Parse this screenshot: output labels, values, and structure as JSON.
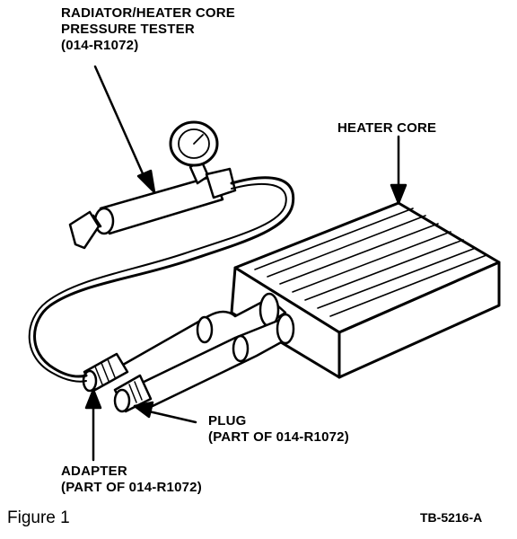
{
  "labels": {
    "tester": {
      "line1": "RADIATOR/HEATER CORE",
      "line2": "PRESSURE TESTER",
      "line3": "(014-R1072)"
    },
    "heater_core": "HEATER CORE",
    "plug": {
      "line1": "PLUG",
      "line2": "(PART OF 014-R1072)"
    },
    "adapter": {
      "line1": "ADAPTER",
      "line2": "(PART OF 014-R1072)"
    }
  },
  "caption": "Figure 1",
  "figure_code": "TB-5216-A"
}
